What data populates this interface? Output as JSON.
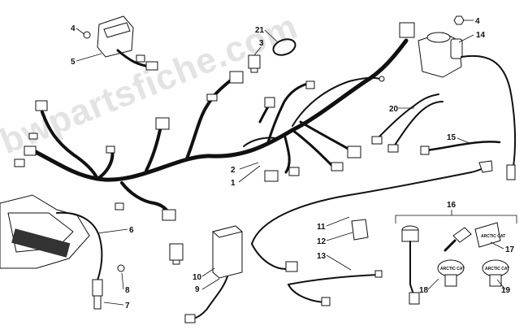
{
  "watermark": "bwpartsfiche.com",
  "callouts": {
    "c1": "1",
    "c2": "2",
    "c3": "3",
    "c4a": "4",
    "c4b": "4",
    "c5": "5",
    "c6": "6",
    "c7": "7",
    "c8": "8",
    "c9": "9",
    "c10": "10",
    "c11": "11",
    "c12": "12",
    "c13": "13",
    "c14": "14",
    "c15": "15",
    "c16": "16",
    "c17": "17",
    "c18": "18",
    "c19": "19",
    "c20": "20",
    "c21": "21"
  },
  "key_labels": {
    "fob_17": "ARCTIC CAT",
    "tag_18": "ARCTIC CAT",
    "tag_19": "ARCTIC CAT"
  }
}
